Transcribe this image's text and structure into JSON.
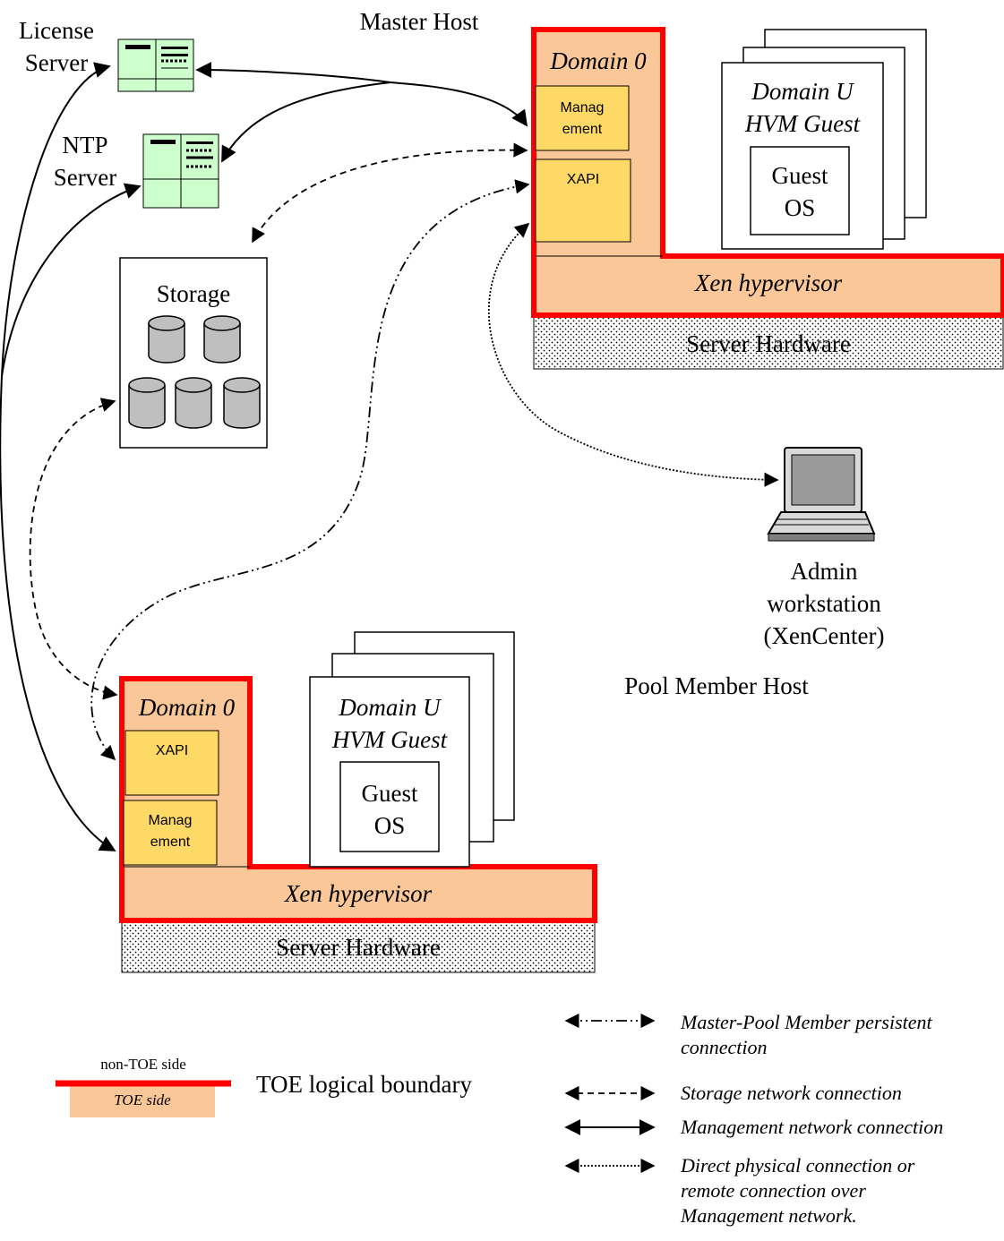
{
  "master": {
    "label": "Master Host",
    "domain0": "Domain 0",
    "management_line1": "Manag",
    "management_line2": "ement",
    "xapi": "XAPI",
    "domainU_line1": "Domain U",
    "domainU_line2": "HVM  Guest",
    "guest_os_line1": "Guest",
    "guest_os_line2": "OS",
    "hypervisor": "Xen hypervisor",
    "hardware": "Server Hardware"
  },
  "pool": {
    "label": "Pool Member Host",
    "domain0": "Domain 0",
    "xapi": "XAPI",
    "management_line1": "Manag",
    "management_line2": "ement",
    "domainU_line1": "Domain U",
    "domainU_line2": "HVM  Guest",
    "guest_os_line1": "Guest",
    "guest_os_line2": "OS",
    "hypervisor": "Xen hypervisor",
    "hardware": "Server Hardware"
  },
  "license_server": {
    "line1": "License",
    "line2": "Server"
  },
  "ntp_server": {
    "line1": "NTP",
    "line2": "Server"
  },
  "storage": {
    "label": "Storage"
  },
  "admin": {
    "line1": "Admin",
    "line2": "workstation",
    "line3": "(XenCenter)"
  },
  "toe_legend": {
    "non_toe": "non-TOE side",
    "toe_side": "TOE side",
    "boundary": "TOE logical boundary"
  },
  "connection_legend": {
    "master_pool_line1": "Master-Pool Member persistent",
    "master_pool_line2": "connection",
    "storage": "Storage network connection",
    "management": "Management network connection",
    "direct_line1": "Direct physical connection or",
    "direct_line2": "remote connection over",
    "direct_line3": "Management network."
  },
  "colors": {
    "toe_boundary": "#ff0000",
    "toe_fill": "#fac898",
    "component_fill": "#ffd966",
    "server_fill": "#ccffcc",
    "disk_fill": "#bfbfbf"
  }
}
